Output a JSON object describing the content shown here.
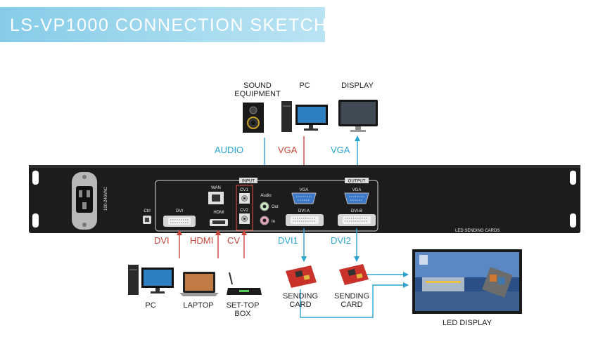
{
  "title": "LS-VP1000 CONNECTION SKETCH",
  "devices_top": {
    "sound_line1": "SOUND",
    "sound_line2": "EQUIPMENT",
    "pc": "PC",
    "display": "DISPLAY"
  },
  "top_links": {
    "audio": "AUDIO",
    "vga_in": "VGA",
    "vga_out": "VGA"
  },
  "panel": {
    "power_label": "100-240VAC",
    "ctrl": "Ctrl",
    "dvi": "DVI",
    "hdmi": "HDMI",
    "wan": "WAN",
    "input": "INPUT",
    "cv1": "CV1",
    "cv2": "CV2",
    "audio": "Audio",
    "audio_out": "Out",
    "audio_in": "In",
    "vga_in": "VGA",
    "output": "OUTPUT",
    "vga_out": "VGA",
    "dvi_a": "DVI-A",
    "dvi_b": "DVI-B",
    "led_cards": "LED SENDING CARDS"
  },
  "bottom_links": {
    "dvi": "DVI",
    "hdmi": "HDMI",
    "cv": "CV",
    "dvi1": "DVI1",
    "dvi2": "DVI2"
  },
  "devices_bottom": {
    "pc": "PC",
    "laptop": "LAPTOP",
    "settop_line1": "SET-TOP",
    "settop_line2": "BOX",
    "card1_line1": "SENDING",
    "card1_line2": "CARD",
    "card2_line1": "SENDING",
    "card2_line2": "CARD",
    "led_display": "LED DISPLAY"
  },
  "colors": {
    "input_link": "#c8473c",
    "output_link": "#2aa4cf",
    "panel": "#1c1c1c",
    "title_bg": "#8fd0ea"
  }
}
